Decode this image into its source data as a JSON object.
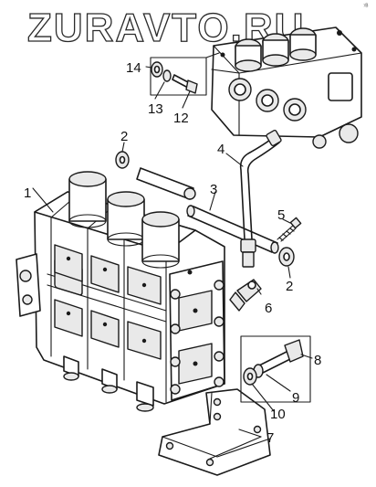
{
  "watermark": "ZURAVTO.RU",
  "corner_mark": "⁷ᴮ",
  "callouts": {
    "c1": "1",
    "c2a": "2",
    "c2b": "2",
    "c3": "3",
    "c4": "4",
    "c5": "5",
    "c6": "6",
    "c7": "7",
    "c8": "8",
    "c9": "9",
    "c10": "10",
    "c12": "12",
    "c13": "13",
    "c14": "14"
  }
}
